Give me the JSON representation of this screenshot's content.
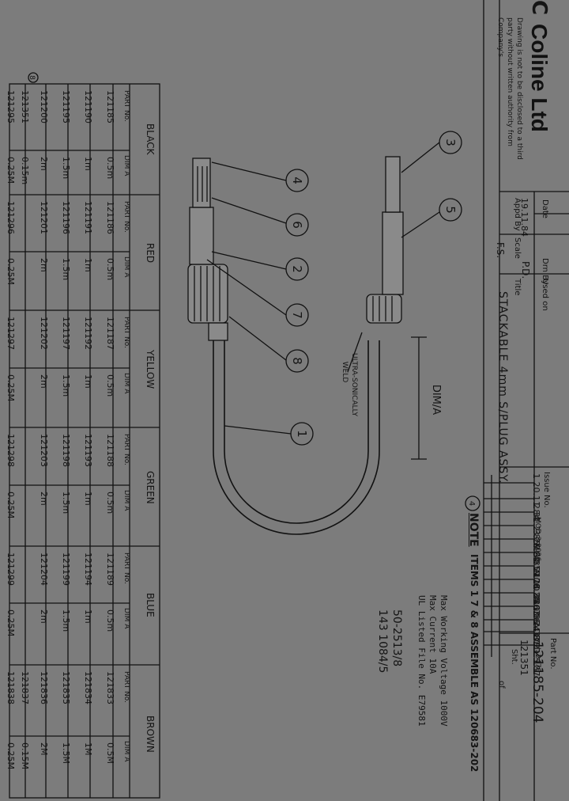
{
  "title_block": {
    "company": "Coline Ltd",
    "logo_text": "C",
    "notice_line1": "Drawing is not to be disclosed to a third",
    "notice_line2": "party without written authority from",
    "notice_line3": "Company's",
    "date_label": "Date",
    "date_value": "19.11.84",
    "drn_by_label": "Drn By",
    "drn_by_value": "P.D.",
    "appd_label": "Appd By",
    "scale_label": "Scale",
    "scale_value": "F.S.",
    "used_on_label": "Used on",
    "title_label": "Title",
    "title_value": "STACKABLE 4mm S/PLUG ASSY.",
    "part_no_label": "Part No.",
    "part_no_value": "121185-204",
    "part_no_value2": "121351",
    "sht_label": "Sht.",
    "sht_value": "of"
  },
  "issues": {
    "header": "Issue No.",
    "rows": [
      "1  20.11.84",
      "2  31.2.85",
      "MOD 3 2026",
      "3  26.6.85",
      "MOD 2178",
      "4  19.11.85",
      "MOD 2363",
      "6  24.1.86",
      "MOD 2417",
      "7  6.4.87",
      "ADDED",
      "8  21.5.87",
      "J. 2470"
    ]
  },
  "notes": {
    "note_marker": "4",
    "note_label": "NOTE",
    "note_text": "ITEMS 1 7 & 8 ASSEMBLE AS 120683-202",
    "spec1": "Max Working Voltage     1000V",
    "spec2": "Max Current              10A",
    "spec3": "UL Listed File No.    E79581",
    "handnote1": "50-2513/8",
    "handnote2": "143 1084/5"
  },
  "drawing": {
    "dim_label": "DIM/A",
    "weld_note_1": "ULTRA-SONICALLY",
    "weld_note_2": "WELD",
    "balloons": [
      "3",
      "5",
      "4",
      "6",
      "2",
      "7",
      "8",
      "1"
    ],
    "table_marker": "8"
  },
  "table": {
    "colours": [
      "BLACK",
      "RED",
      "YELLOW",
      "GREEN",
      "BLUE",
      "BROWN"
    ],
    "subheaders": [
      "PART No.",
      "DIM A"
    ],
    "rows": [
      [
        "121185",
        "0.5m",
        "121186",
        "0.5m",
        "121187",
        "0.5m",
        "121188",
        "0.5m",
        "121189",
        "0.5m",
        "121833",
        "0.5M"
      ],
      [
        "121190",
        "1m",
        "121191",
        "1m",
        "121192",
        "1m",
        "121193",
        "1m",
        "121194",
        "1m",
        "121834",
        "1M"
      ],
      [
        "121195",
        "1.5m",
        "121196",
        "1.5m",
        "121197",
        "1.5m",
        "121198",
        "1.5m",
        "121199",
        "1.5m",
        "121835",
        "1.5M"
      ],
      [
        "121200",
        "2m",
        "121201",
        "2m",
        "121202",
        "2m",
        "121203",
        "2m",
        "121204",
        "2m",
        "121836",
        "2M"
      ],
      [
        "121351",
        "0.15m",
        "",
        "",
        "",
        "",
        "",
        "",
        "",
        "",
        "121837",
        "0.15M"
      ],
      [
        "121295",
        "0.25M",
        "121296",
        "0.25M",
        "121297",
        "0.25M",
        "121298",
        "0.25M",
        "121299",
        "0.25M",
        "121838",
        "0.25M"
      ]
    ]
  }
}
